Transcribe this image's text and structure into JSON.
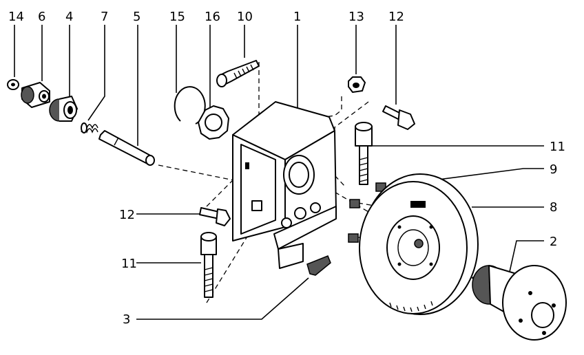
{
  "callouts": [
    {
      "id": "c14",
      "label": "14"
    },
    {
      "id": "c6",
      "label": "6"
    },
    {
      "id": "c4",
      "label": "4"
    },
    {
      "id": "c7",
      "label": "7"
    },
    {
      "id": "c5",
      "label": "5"
    },
    {
      "id": "c15",
      "label": "15"
    },
    {
      "id": "c16",
      "label": "16"
    },
    {
      "id": "c10",
      "label": "10"
    },
    {
      "id": "c1",
      "label": "1"
    },
    {
      "id": "c13",
      "label": "13"
    },
    {
      "id": "c12a",
      "label": "12"
    },
    {
      "id": "c11a",
      "label": "11"
    },
    {
      "id": "c9",
      "label": "9"
    },
    {
      "id": "c8",
      "label": "8"
    },
    {
      "id": "c2",
      "label": "2"
    },
    {
      "id": "c12b",
      "label": "12"
    },
    {
      "id": "c11b",
      "label": "11"
    },
    {
      "id": "c3",
      "label": "3"
    }
  ]
}
